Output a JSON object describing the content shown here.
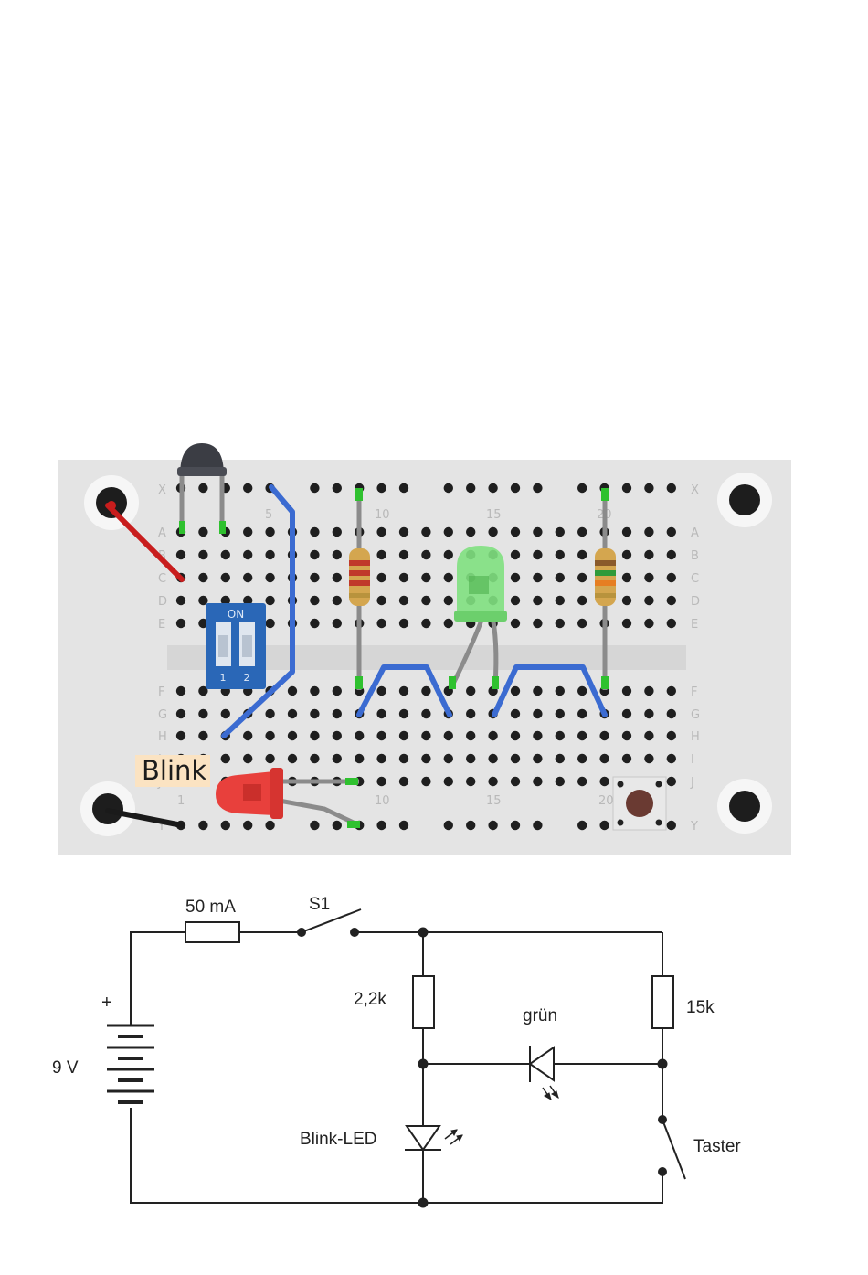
{
  "breadboard": {
    "blink_label": "Blink",
    "dip_switch_label": "ON",
    "dip_numbers": [
      "1",
      "2"
    ],
    "row_letters_top": [
      "X",
      "A",
      "B",
      "C",
      "D",
      "E"
    ],
    "row_letters_bottom": [
      "F",
      "G",
      "H",
      "I",
      "J",
      "Y"
    ],
    "column_numbers": [
      "5",
      "10",
      "15",
      "20"
    ],
    "column_numbers_lower": [
      "1",
      "10",
      "15",
      "20"
    ]
  },
  "schematic": {
    "fuse_label": "50 mA",
    "switch_label": "S1",
    "battery_plus": "+",
    "battery_label": "9 V",
    "resistor1_label": "2,2k",
    "resistor2_label": "15k",
    "green_led_label": "grün",
    "blink_led_label": "Blink-LED",
    "button_label": "Taster"
  }
}
